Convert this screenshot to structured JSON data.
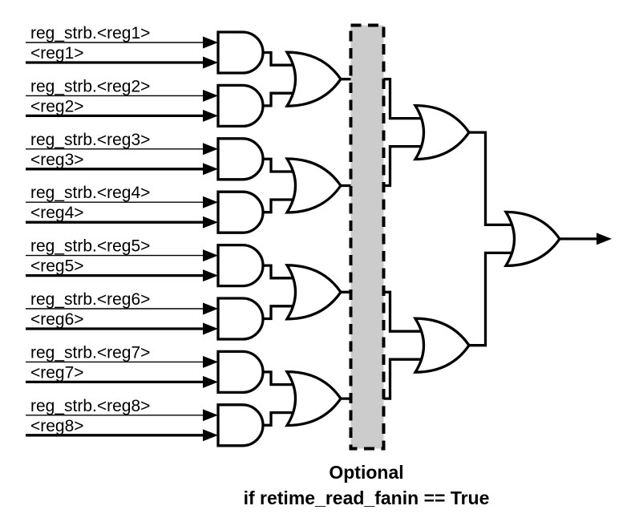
{
  "inputs": [
    {
      "strobe_label": "reg_strb.<reg1>",
      "value_label": "<reg1>"
    },
    {
      "strobe_label": "reg_strb.<reg2>",
      "value_label": "<reg2>"
    },
    {
      "strobe_label": "reg_strb.<reg3>",
      "value_label": "<reg3>"
    },
    {
      "strobe_label": "reg_strb.<reg4>",
      "value_label": "<reg4>"
    },
    {
      "strobe_label": "reg_strb.<reg5>",
      "value_label": "<reg5>"
    },
    {
      "strobe_label": "reg_strb.<reg6>",
      "value_label": "<reg6>"
    },
    {
      "strobe_label": "reg_strb.<reg7>",
      "value_label": "<reg7>"
    },
    {
      "strobe_label": "reg_strb.<reg8>",
      "value_label": "<reg8>"
    }
  ],
  "caption": {
    "line1": "Optional",
    "line2": "if retime_read_fanin == True"
  },
  "structure": {
    "and_gates": 8,
    "or_gates_level2": 4,
    "or_gates_level3": 2,
    "or_gates_final": 1
  },
  "colors": {
    "line": "#000000",
    "gate_fill": "#ffffff",
    "optional_region_fill": "#cccccc",
    "optional_region_border": "#000000",
    "background": "#ffffff"
  }
}
